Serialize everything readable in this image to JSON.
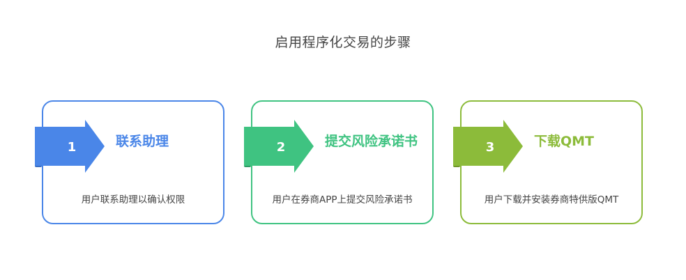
{
  "title": "启用程序化交易的步骤",
  "steps": [
    {
      "number": "1",
      "title": "联系助理",
      "description": "用户联系助理以确认权限",
      "color": "#4a86e8",
      "shadow_color": "#3b6fc4"
    },
    {
      "number": "2",
      "title": "提交风险承诺书",
      "description": "用户在券商APP上提交风险承诺书",
      "color": "#3fc381",
      "shadow_color": "#2f9c66"
    },
    {
      "number": "3",
      "title": "下载QMT",
      "description": "用户下载并安装券商特供版QMT",
      "color": "#8cbb3a",
      "shadow_color": "#6f962b"
    }
  ]
}
